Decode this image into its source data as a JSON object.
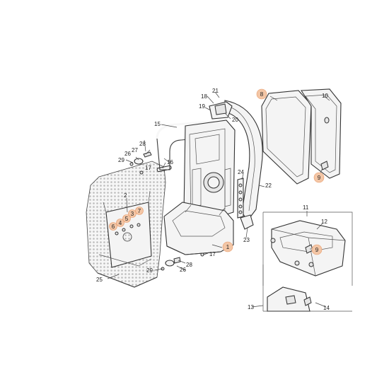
{
  "labels": {
    "l1": "1",
    "l2": "2",
    "l3": "3",
    "l4": "4",
    "l5": "5",
    "l6": "6",
    "l7": "7",
    "l8": "8",
    "l9a": "9",
    "l9b": "9",
    "l10": "10",
    "l11": "11",
    "l12": "12",
    "l13": "13",
    "l14": "14",
    "l15": "15",
    "l16": "16",
    "l17a": "17",
    "l17b": "17",
    "l18": "18",
    "l19": "19",
    "l20": "20",
    "l21": "21",
    "l22": "22",
    "l23": "23",
    "l24": "24",
    "l25": "25",
    "l26a": "26",
    "l26b": "26",
    "l27": "27",
    "l28a": "28",
    "l28b": "28",
    "l29a": "29",
    "l29b": "29"
  },
  "colors": {
    "highlight": "#f3c6a6",
    "highlight_stroke": "#e89b6a",
    "line": "#3a3a3a"
  }
}
